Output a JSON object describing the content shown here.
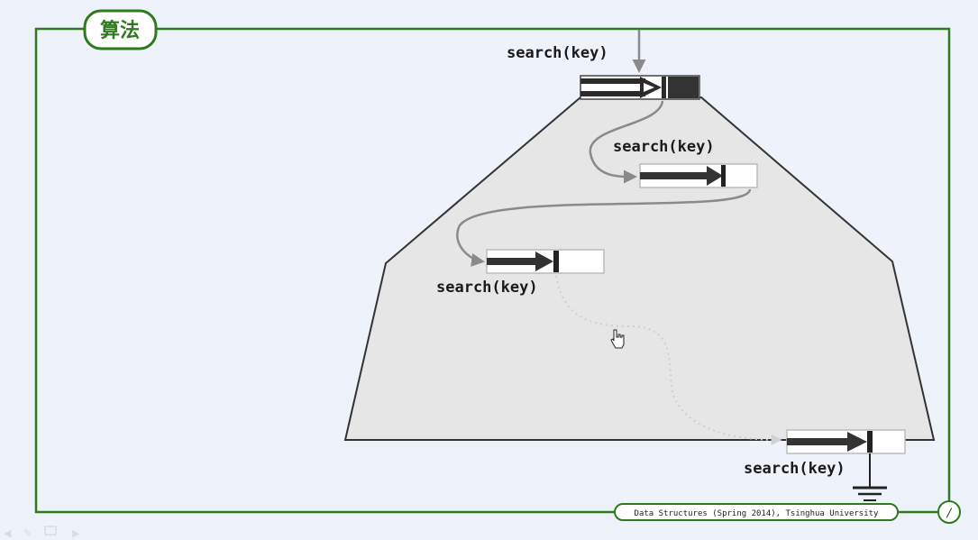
{
  "header": {
    "badge": "算法"
  },
  "diagram": {
    "nodes": [
      {
        "label": "search(key)"
      },
      {
        "label": "search(key)"
      },
      {
        "label": "search(key)"
      },
      {
        "label": "search(key)"
      }
    ]
  },
  "footer": {
    "caption": "Data Structures (Spring 2014), Tsinghua University",
    "page": "/"
  },
  "colors": {
    "frame": "#2f7a1e",
    "region": "#e6e6e6",
    "pointer": "#333333",
    "arrow": "#8a8a8a"
  },
  "toolbar": {
    "icons": [
      "back-icon",
      "pen-icon",
      "slides-icon",
      "forward-icon"
    ]
  }
}
